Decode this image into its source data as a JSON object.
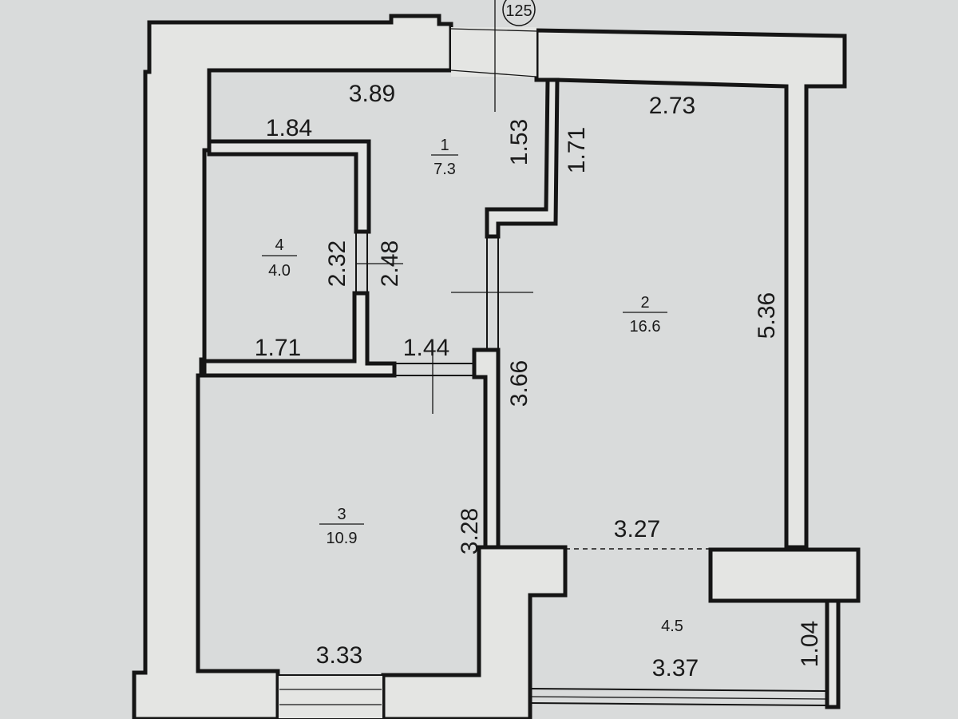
{
  "plan": {
    "axis_label": "125",
    "rooms": [
      {
        "id": "room-1",
        "number": "1",
        "area": "7.3"
      },
      {
        "id": "room-2",
        "number": "2",
        "area": "16.6"
      },
      {
        "id": "room-3",
        "number": "3",
        "area": "10.9"
      },
      {
        "id": "room-4",
        "number": "4",
        "area": "4.0"
      },
      {
        "id": "balcony",
        "number": "",
        "area": "4.5"
      }
    ],
    "dimensions": {
      "d_3_89": "3.89",
      "d_2_73": "2.73",
      "d_1_84": "1.84",
      "d_1_53": "1.53",
      "d_1_71_vertical": "1.71",
      "d_2_32": "2.32",
      "d_2_48": "2.48",
      "d_1_71_horizontal": "1.71",
      "d_1_44": "1.44",
      "d_3_66": "3.66",
      "d_5_36": "5.36",
      "d_3_28": "3.28",
      "d_3_27": "3.27",
      "d_3_33": "3.33",
      "d_3_37": "3.37",
      "d_1_04": "1.04"
    }
  }
}
